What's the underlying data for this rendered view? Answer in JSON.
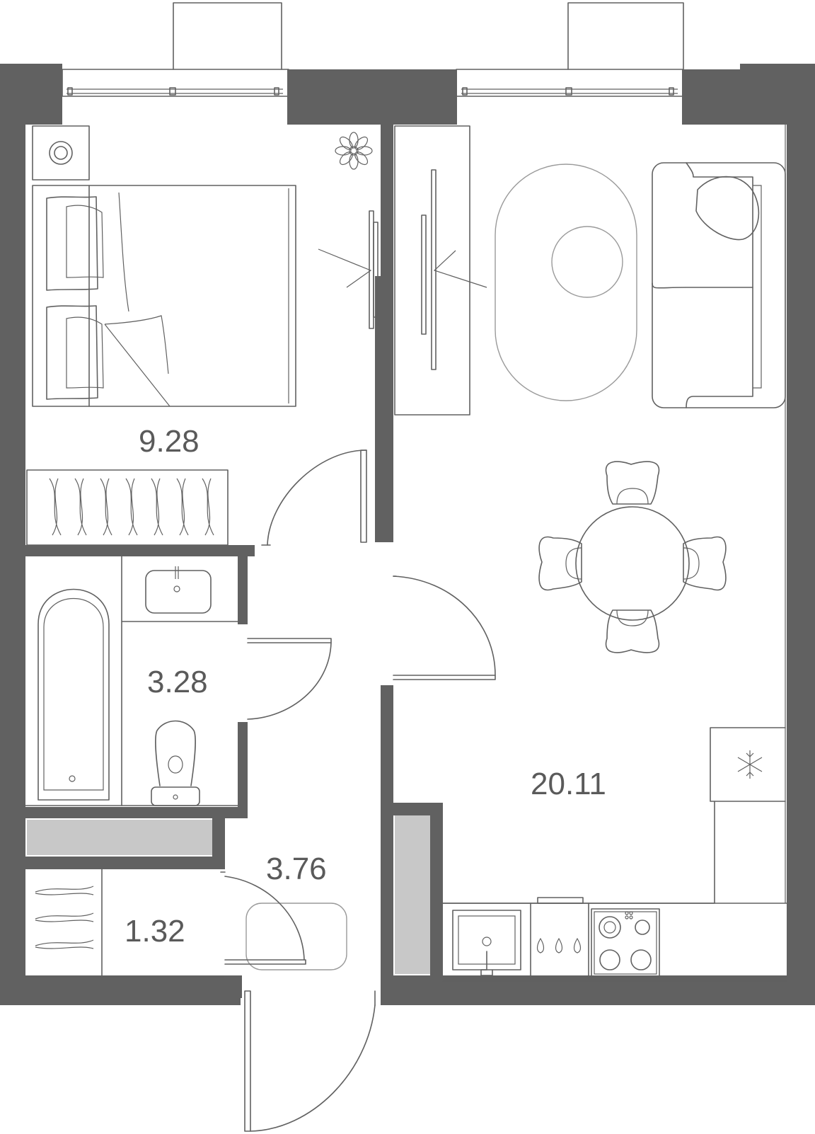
{
  "plan": {
    "rooms": [
      {
        "id": "bedroom",
        "area": "9.28"
      },
      {
        "id": "bathroom",
        "area": "3.28"
      },
      {
        "id": "hallway",
        "area": "3.76"
      },
      {
        "id": "closet",
        "area": "1.32"
      },
      {
        "id": "kitchen-living",
        "area": "20.11"
      }
    ]
  },
  "colors": {
    "wall": "#616161",
    "shaft": "#c8c8c8",
    "line": "#616161",
    "background": "#ffffff"
  }
}
